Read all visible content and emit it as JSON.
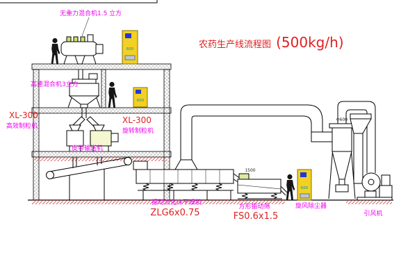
{
  "title": {
    "cn": "农药生产线流程图",
    "capacity": "(500kg/h)"
  },
  "labels": {
    "top_mixer": "无重力混合机1.5 立方",
    "high_speed_mixer": "高速混合机3立方",
    "granulator_left_model": "XL-300",
    "granulator_left_name": "高效制粒机",
    "granulator_right_model": "XL-300",
    "granulator_right_name": "旋转制粒机",
    "belt_conveyor": "皮带输送机",
    "dryer_name": "振动流化床干燥机",
    "dryer_model": "ZLG6x0.75",
    "screen_name": "方形振动筛",
    "screen_model": "FS0.6x1.5",
    "cyclone_name": "旋风除尘器",
    "fan_name": "引风机"
  },
  "annotations": {
    "panel1": "600",
    "panel2": "600",
    "panel3": "600",
    "screen_dim": "1500",
    "duct_dim": "Φ600"
  },
  "colors": {
    "label_magenta": "#f000f0",
    "model_red": "#e02020",
    "panel_yellow": "#f2d024",
    "hatch_red": "#d84040"
  }
}
